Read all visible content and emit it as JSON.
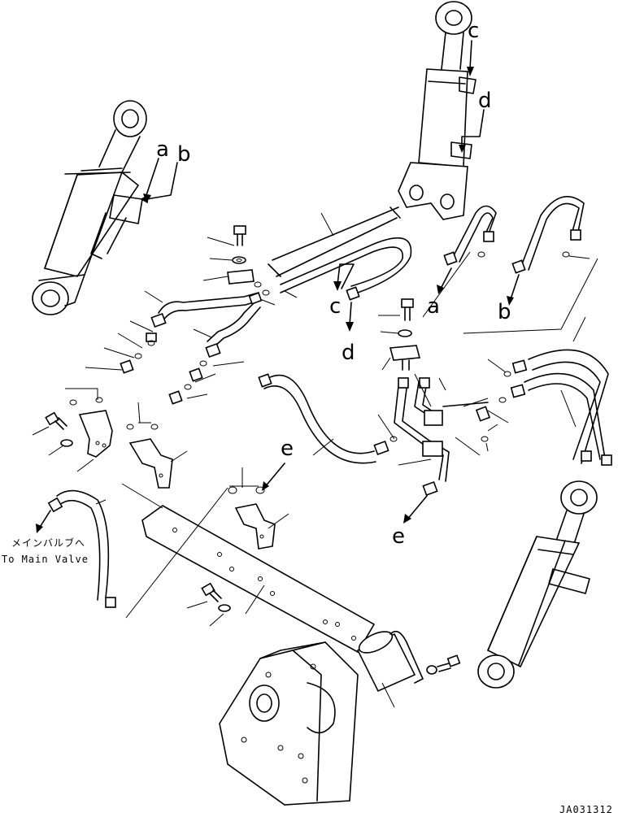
{
  "callouts": {
    "a": "a",
    "b": "b",
    "c": "c",
    "d": "d",
    "e": "e"
  },
  "destination": {
    "jp": "メインバルブへ",
    "en": "To Main Valve"
  },
  "drawing_id": "JA031312"
}
